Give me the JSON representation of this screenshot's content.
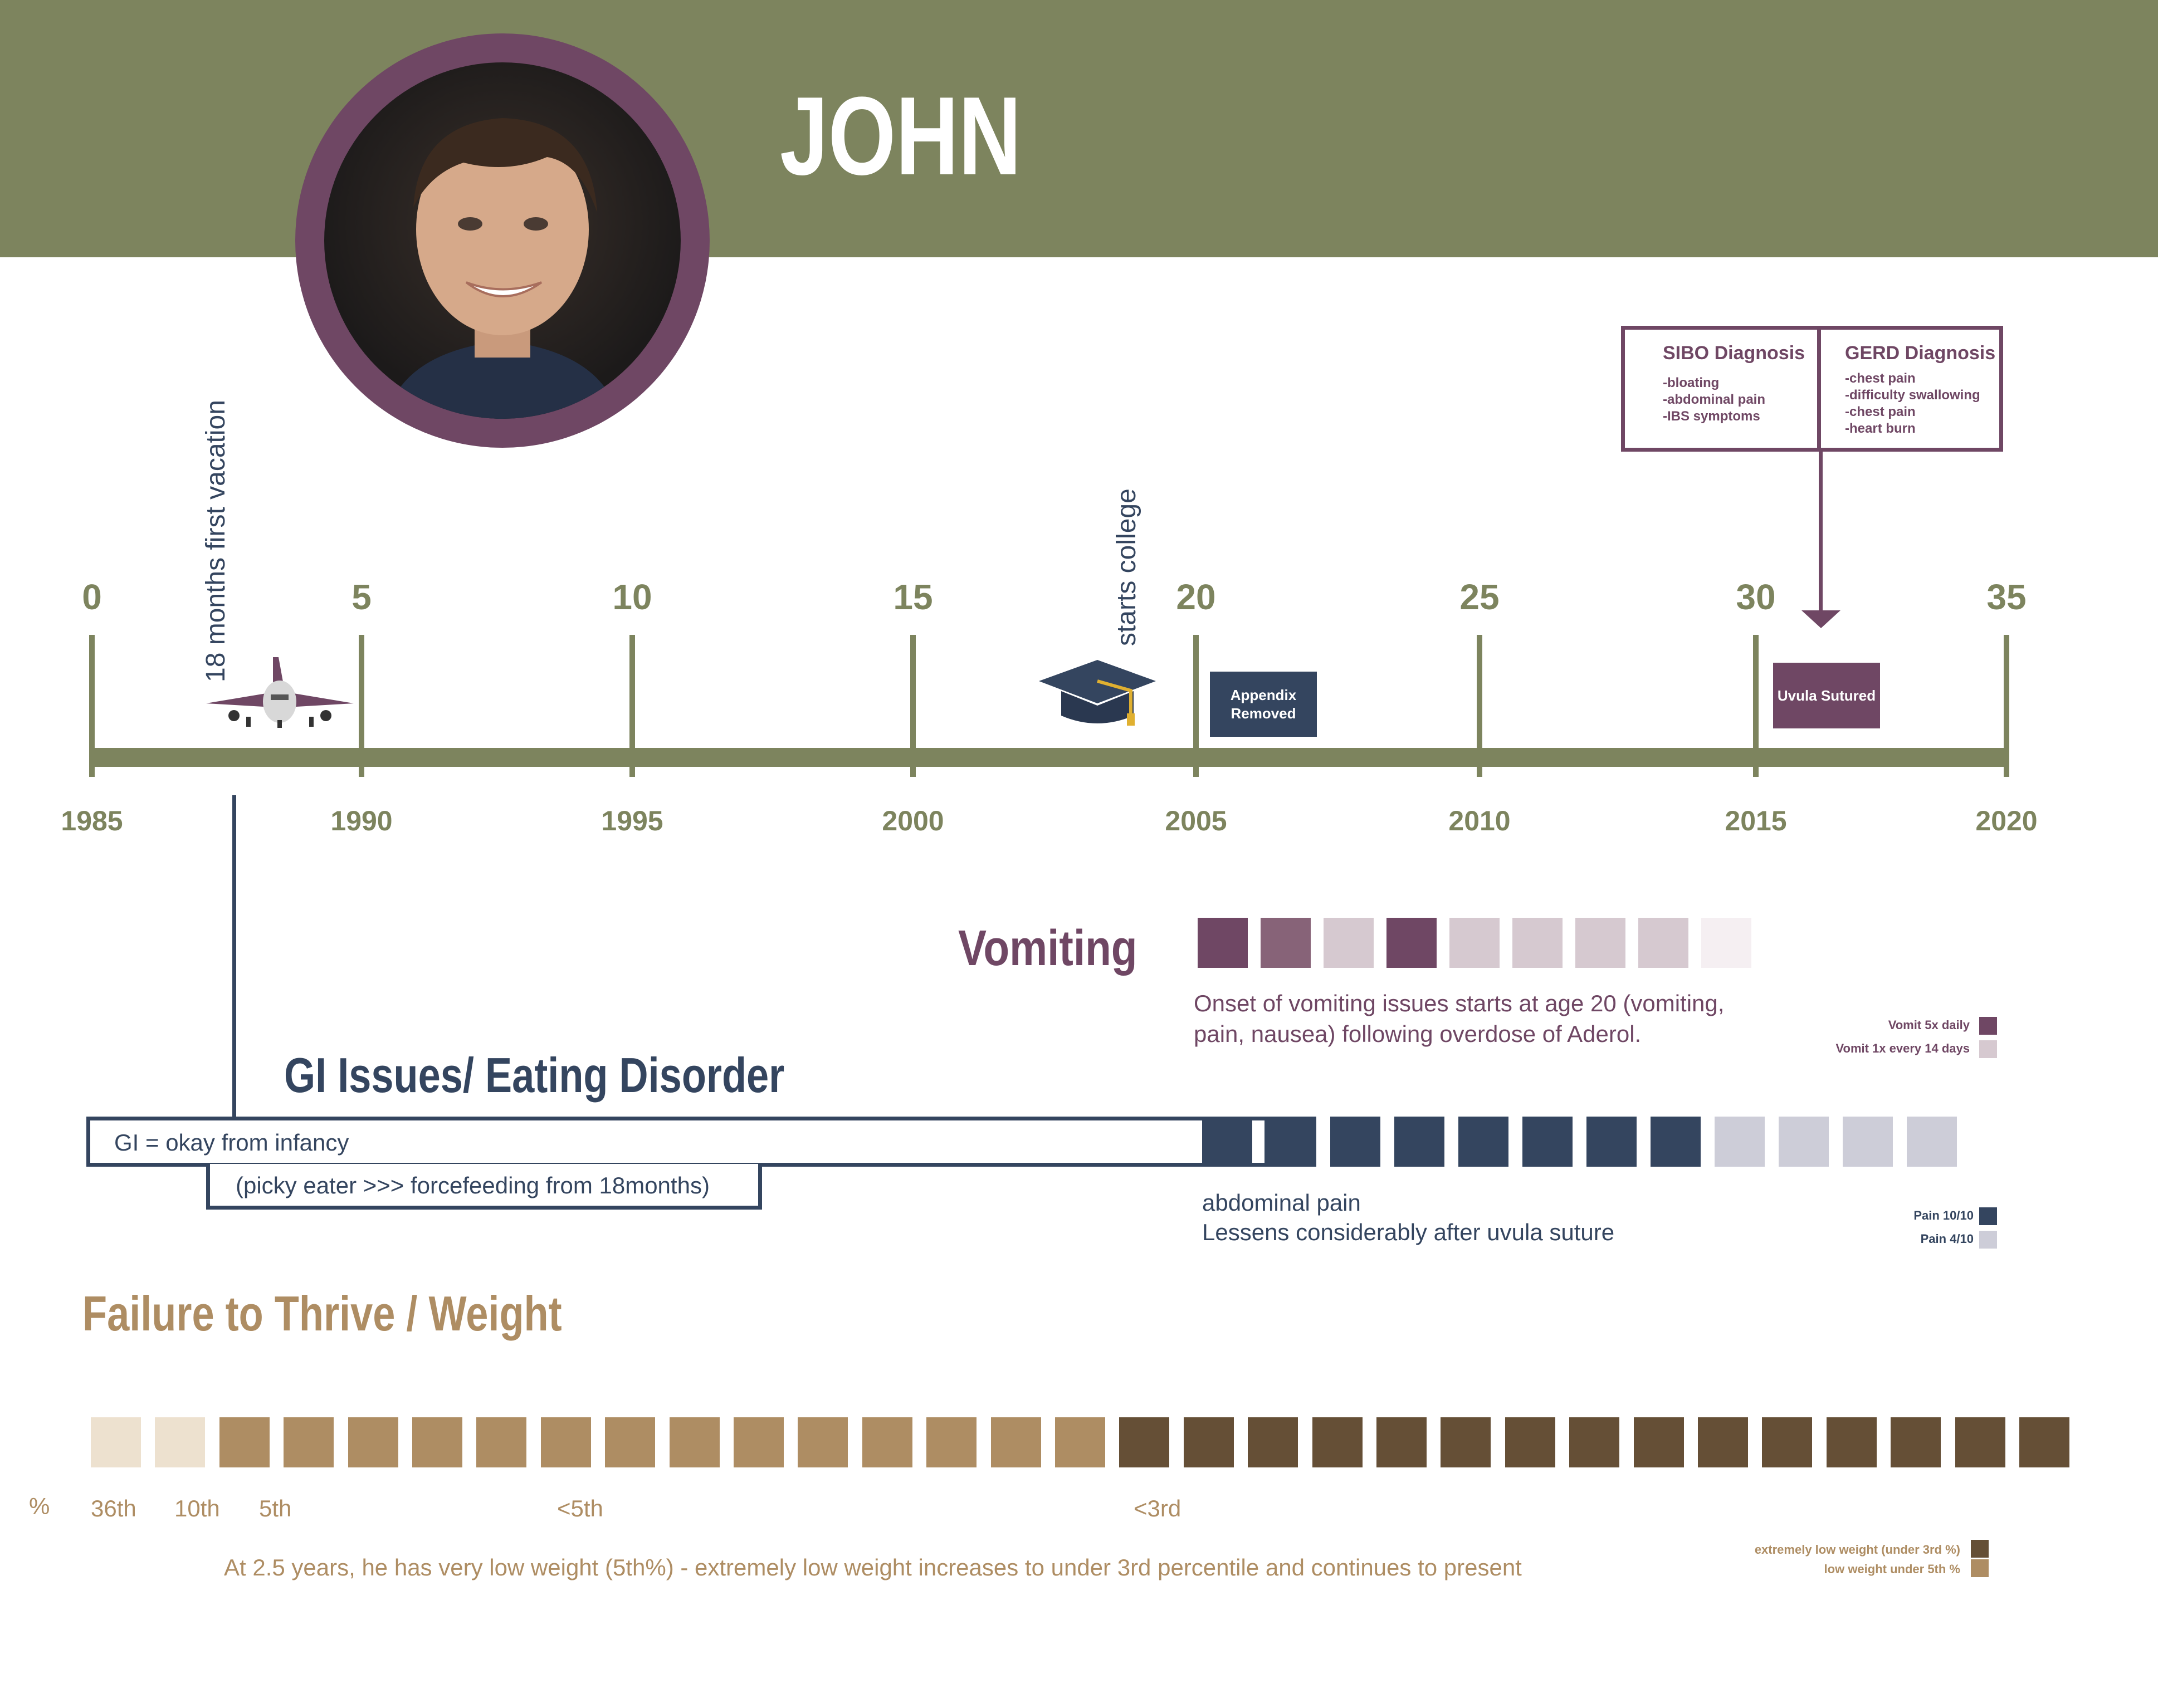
{
  "header": {
    "title": "JOHN",
    "bg_color": "#7d845e",
    "avatar_ring_color": "#6f4764"
  },
  "timeline": {
    "ages": [
      "0",
      "5",
      "10",
      "15",
      "20",
      "25",
      "30",
      "35"
    ],
    "years": [
      "1985",
      "1990",
      "1995",
      "2000",
      "2005",
      "2010",
      "2015",
      "2020"
    ],
    "color": "#7d845e"
  },
  "events": {
    "vacation": "18 months first vacation",
    "college": "starts college",
    "appendix": "Appendix Removed",
    "uvula": "Uvula Sutured"
  },
  "diagnoses": {
    "sibo": {
      "title": "SIBO Diagnosis",
      "items": [
        "-bloating",
        "-abdominal pain",
        "-IBS symptoms"
      ]
    },
    "gerd": {
      "title": "GERD Diagnosis",
      "items": [
        "-chest pain",
        "-difficulty swallowing",
        "-chest pain",
        "-heart burn"
      ]
    }
  },
  "vomiting": {
    "title": "Vomiting",
    "description": "Onset of vomiting issues starts at age 20 (vomiting, pain, nausea) following overdose of Aderol.",
    "squares": [
      "#6f4764",
      "#876378",
      "#d6c9d0",
      "#6f4764",
      "#d6c9d0",
      "#d6c9d0",
      "#d6c9d0",
      "#d6c9d0",
      "#f5eff2"
    ],
    "legend": [
      {
        "label": "Vomit 5x daily",
        "color": "#6f4764"
      },
      {
        "label": "Vomit 1x every 14 days",
        "color": "#d6c9d0"
      }
    ]
  },
  "gi": {
    "title": "GI Issues/ Eating Disorder",
    "line1": "GI = okay from infancy",
    "line2": "(picky eater >>> forcefeeding from 18months)",
    "pain_squares": [
      "#34455f",
      "#34455f",
      "#34455f",
      "#34455f",
      "#34455f",
      "#34455f",
      "#34455f",
      "#34455f",
      "#cdcdd8",
      "#cdcdd8",
      "#cdcdd8",
      "#cdcdd8"
    ],
    "pain_text1": "abdominal pain",
    "pain_text2": "Lessens considerably after uvula suture",
    "legend": [
      {
        "label": "Pain 10/10",
        "color": "#34455f"
      },
      {
        "label": "Pain 4/10",
        "color": "#cdcdd8"
      }
    ]
  },
  "weight": {
    "title": "Failure to Thrive / Weight",
    "squares": [
      "#ede1cf",
      "#ede1cf",
      "#ae8d63",
      "#ae8d63",
      "#ae8d63",
      "#ae8d63",
      "#ae8d63",
      "#ae8d63",
      "#ae8d63",
      "#ae8d63",
      "#ae8d63",
      "#ae8d63",
      "#ae8d63",
      "#ae8d63",
      "#ae8d63",
      "#ae8d63",
      "#654f36",
      "#654f36",
      "#654f36",
      "#654f36",
      "#654f36",
      "#654f36",
      "#654f36",
      "#654f36",
      "#654f36",
      "#654f36",
      "#654f36",
      "#654f36",
      "#654f36",
      "#654f36",
      "#654f36"
    ],
    "percent_sign": "%",
    "labels": [
      "36th",
      "10th",
      "5th",
      "<5th",
      "<3rd"
    ],
    "description": "At 2.5 years, he has very low weight (5th%) - extremely low weight increases to under 3rd percentile and continues to present",
    "legend": [
      {
        "label": "extremely low weight (under 3rd %)",
        "color": "#654f36"
      },
      {
        "label": "low weight under 5th %",
        "color": "#ae8d63"
      }
    ]
  }
}
